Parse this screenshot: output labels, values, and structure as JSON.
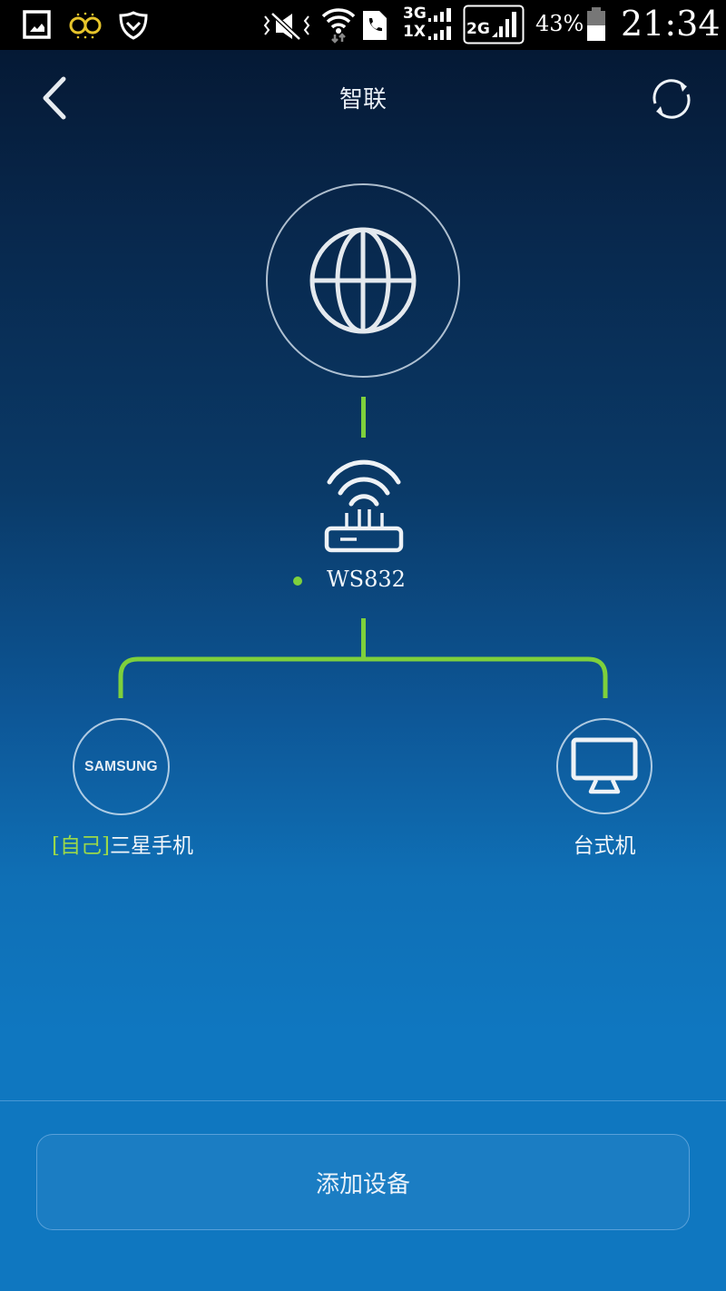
{
  "status_bar": {
    "left_icons": [
      "gallery-icon",
      "infinity-icon",
      "shield-icon"
    ],
    "right_icons": [
      "mute-icon",
      "wifi-icon",
      "phone-sim-icon",
      "signal-3g-1x-icon",
      "signal-2g-icon",
      "battery-icon"
    ],
    "network_labels": {
      "top": "3G",
      "bottom": "1X",
      "boxed": "2G"
    },
    "battery_percent": "43%",
    "time": "21:34"
  },
  "app_bar": {
    "title": "智联",
    "back_icon": "chevron-left-icon",
    "refresh_icon": "refresh-icon"
  },
  "topology": {
    "internet": {
      "icon": "globe-icon"
    },
    "router": {
      "icon": "router-icon",
      "name": "WS832",
      "status": "online"
    },
    "devices": [
      {
        "icon_text": "SAMSUNG",
        "tag": "[自己]",
        "name": "三星手机"
      },
      {
        "icon": "desktop-monitor-icon",
        "name": "台式机"
      }
    ],
    "link_color": "#7ed03c"
  },
  "footer": {
    "add_device_label": "添加设备"
  }
}
